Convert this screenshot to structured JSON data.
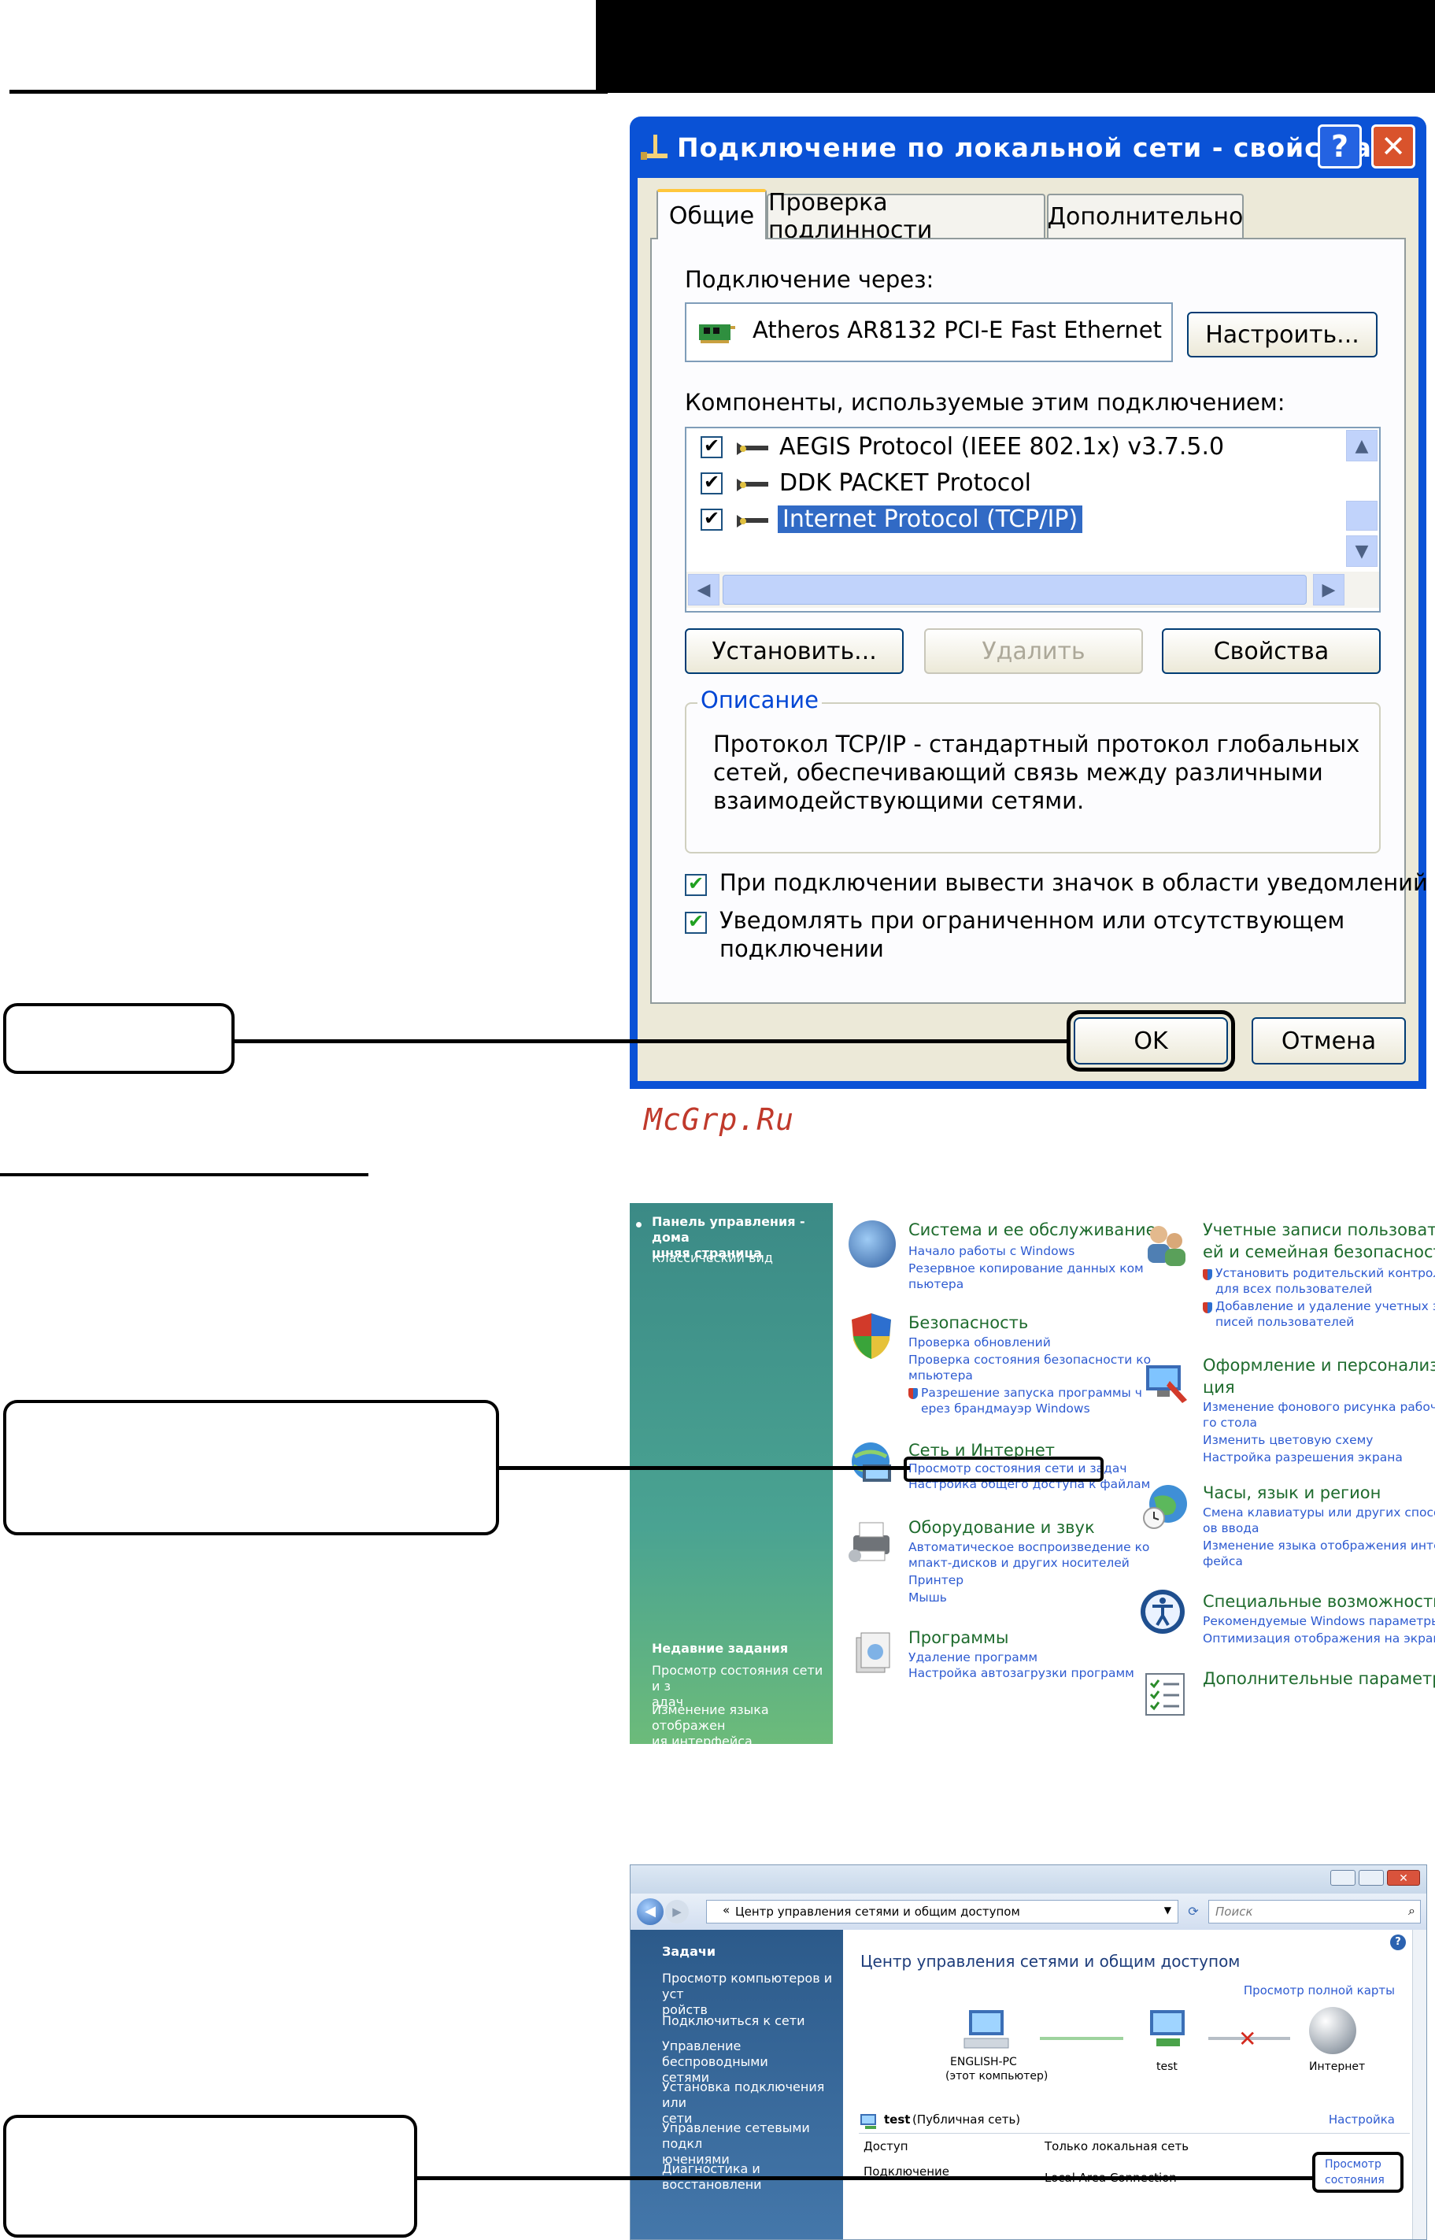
{
  "watermark": "McGrp.Ru",
  "xp_dialog": {
    "title": "Подключение по локальной сети - свойства",
    "help_btn": "?",
    "close_btn": "✕",
    "tabs": [
      "Общие",
      "Проверка подлинности",
      "Дополнительно"
    ],
    "connect_via_label": "Подключение через:",
    "adapter": "Atheros AR8132 PCI-E Fast Ethernet",
    "configure_btn": "Настроить...",
    "components_label": "Компоненты, используемые этим подключением:",
    "components": [
      "AEGIS Protocol (IEEE 802.1x) v3.7.5.0",
      "DDK PACKET Protocol",
      "Internet Protocol (TCP/IP)"
    ],
    "install_btn": "Установить...",
    "remove_btn": "Удалить",
    "properties_btn": "Свойства",
    "description_title": "Описание",
    "description": [
      "Протокол TCP/IP - стандартный протокол глобальных",
      "сетей, обеспечивающий связь между различными",
      "взаимодействующими сетями."
    ],
    "checkbox1": "При подключении вывести значок в области уведомлений",
    "checkbox2": [
      "Уведомлять при ограниченном или отсутствующем",
      "подключении"
    ],
    "ok_btn": "OK",
    "cancel_btn": "Отмена"
  },
  "control_panel": {
    "side_home": [
      "Панель управления - дома",
      "шняя страница"
    ],
    "side_classic": "Классический вид",
    "side_recent_title": "Недавние задания",
    "side_recent": [
      "Просмотр состояния сети и з",
      "адач",
      "Изменение языка отображен",
      "ия интерфейса"
    ],
    "left_cats": [
      {
        "title": "Система и ее обслуживание",
        "links": [
          "Начало работы с Windows",
          "Резервное копирование данных ком",
          "пьютера"
        ]
      },
      {
        "title": "Безопасность",
        "links": [
          "Проверка обновлений",
          "Проверка состояния безопасности ко",
          "мпьютера",
          "Разрешение запуска программы ч",
          "ерез брандмауэр Windows"
        ]
      },
      {
        "title": "Сеть и Интернет",
        "links": [
          "Просмотр состояния сети и задач",
          "Настройка общего доступа к файлам"
        ]
      },
      {
        "title": "Оборудование и звук",
        "links": [
          "Автоматическое воспроизведение ко",
          "мпакт-дисков и других носителей",
          "Принтер",
          "Мышь"
        ]
      },
      {
        "title": "Программы",
        "links": [
          "Удаление программ",
          "Настройка автозагрузки программ"
        ]
      }
    ],
    "right_cats": [
      {
        "title": [
          "Учетные записи пользовател",
          "ей и семейная безопасность"
        ],
        "links": [
          "Установить родительский контроль",
          "для всех пользователей",
          "Добавление и удаление учетных за",
          "писей пользователей"
        ]
      },
      {
        "title": [
          "Оформление и персонализа",
          "ция"
        ],
        "links": [
          "Изменение фонового рисунка рабоче",
          "го стола",
          "Изменить цветовую схему",
          "Настройка разрешения экрана"
        ]
      },
      {
        "title": [
          "Часы, язык и регион"
        ],
        "links": [
          "Смена клавиатуры или других способ",
          "ов ввода",
          "Изменение языка отображения интер",
          "фейса"
        ]
      },
      {
        "title": [
          "Специальные возможности"
        ],
        "links": [
          "Рекомендуемые Windows параметры",
          "Оптимизация отображения на экране"
        ]
      },
      {
        "title": [
          "Дополнительные параметры"
        ],
        "links": []
      }
    ]
  },
  "network_center": {
    "address": "Центр управления сетями и общим доступом",
    "search_placeholder": "Поиск",
    "side_title": "Задачи",
    "side_items": [
      "Просмотр компьютеров и уст",
      "ройств",
      "Подключиться к сети",
      "Управление беспроводными",
      "сетями",
      "Установка подключения или",
      "сети",
      "Управление сетевыми подкл",
      "ючениями",
      "Диагностика и восстановлени"
    ],
    "heading": "Центр управления сетями и общим доступом",
    "full_map": "Просмотр полной карты",
    "pc_name": "ENGLISH-PC",
    "pc_sub": "(этот компьютер)",
    "net_name": "test",
    "internet": "Интернет",
    "network_line": "test",
    "network_type": "(Публичная сеть)",
    "setup_link": "Настройка",
    "access_label": "Доступ",
    "access_value": "Только локальная сеть",
    "connection_label": "Подключение",
    "connection_value": "Local Area Connection",
    "view_status": [
      "Просмотр",
      "состояния"
    ]
  }
}
